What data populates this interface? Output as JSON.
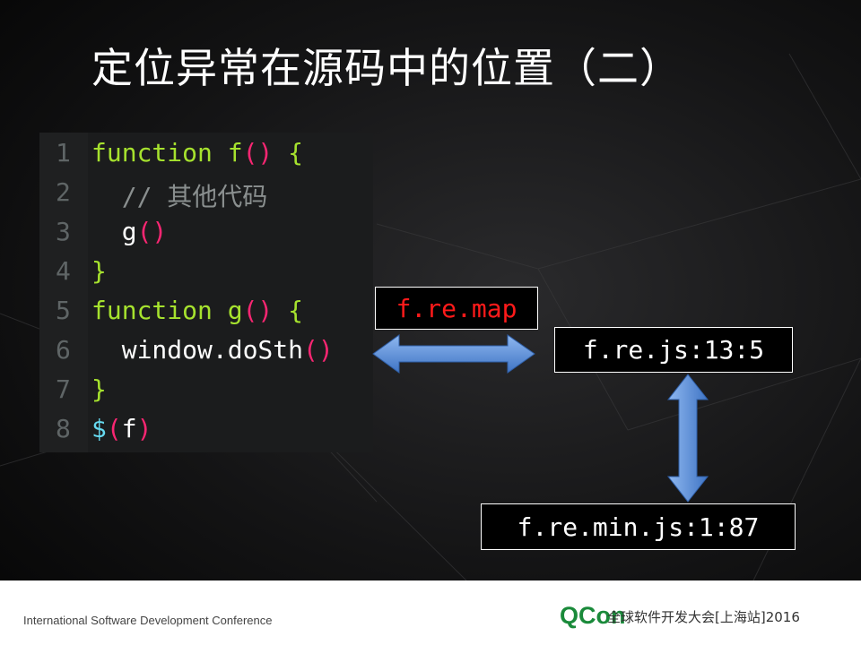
{
  "title": "定位异常在源码中的位置（二）",
  "code_lines": [
    {
      "num": "1",
      "parts": [
        [
          "kw",
          "function f"
        ],
        [
          "pn",
          "()"
        ],
        [
          "kw",
          " {"
        ]
      ]
    },
    {
      "num": "2",
      "parts": [
        [
          "cm",
          "  // 其他代码"
        ]
      ]
    },
    {
      "num": "3",
      "parts": [
        [
          "",
          "  g"
        ],
        [
          "pn",
          "()"
        ]
      ]
    },
    {
      "num": "4",
      "parts": [
        [
          "kw",
          "}"
        ]
      ]
    },
    {
      "num": "5",
      "parts": [
        [
          "kw",
          "function g"
        ],
        [
          "pn",
          "()"
        ],
        [
          "kw",
          " {"
        ]
      ]
    },
    {
      "num": "6",
      "parts": [
        [
          "",
          "  window.doSth"
        ],
        [
          "pn",
          "()"
        ]
      ]
    },
    {
      "num": "7",
      "parts": [
        [
          "kw",
          "}"
        ]
      ]
    },
    {
      "num": "8",
      "parts": [
        [
          "dl",
          "$"
        ],
        [
          "pn",
          "("
        ],
        [
          "",
          "f"
        ],
        [
          "pn",
          ")"
        ]
      ]
    }
  ],
  "map_box": "f.re.map",
  "js_box": "f.re.js:13:5",
  "min_box": "f.re.min.js:1:87",
  "footer": {
    "left": "International Software Development Conference",
    "brand": "QCon",
    "brand_sub": "全球软件开发大会[上海站]2016"
  },
  "colors": {
    "map_text": "#ff1a1a",
    "arrow": "#5b8fd6",
    "brand": "#1a8a3a"
  }
}
